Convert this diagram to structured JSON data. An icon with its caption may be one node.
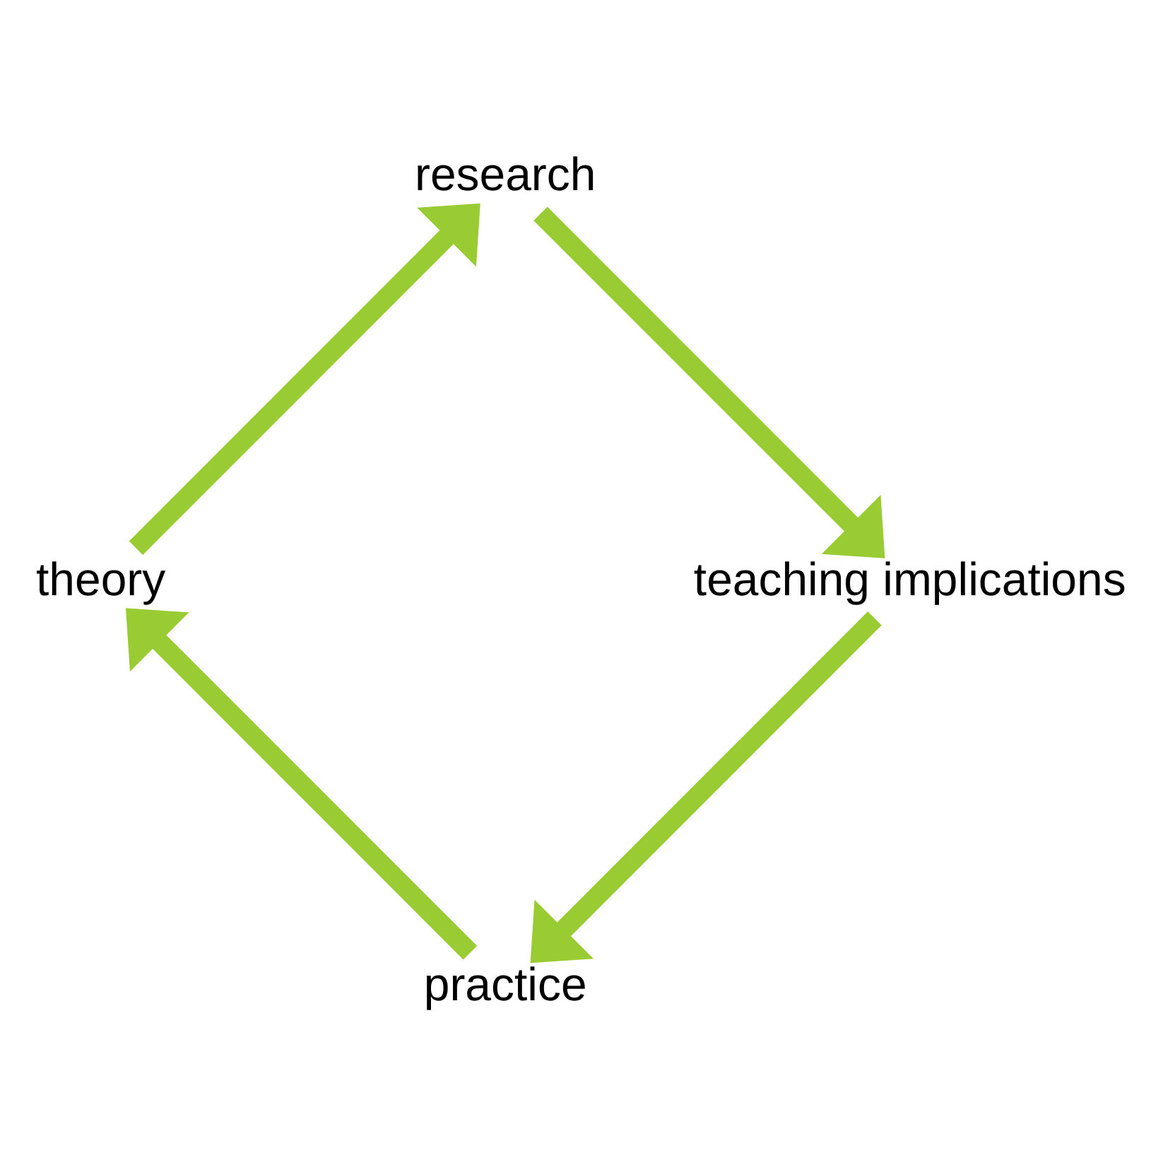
{
  "diagram": {
    "nodes": [
      {
        "text": [
          "practice"
        ]
      },
      {
        "text": [
          "theory"
        ]
      },
      {
        "text": [
          "research"
        ]
      },
      {
        "text": [
          "teaching implications"
        ]
      }
    ],
    "edges": [
      {
        "from": 0,
        "to": 1,
        "arrow": "to"
      },
      {
        "from": 1,
        "to": 2,
        "arrow": "to"
      },
      {
        "from": 2,
        "to": 3,
        "arrow": "to"
      },
      {
        "from": 3,
        "to": 0,
        "arrow": "to"
      }
    ]
  }
}
